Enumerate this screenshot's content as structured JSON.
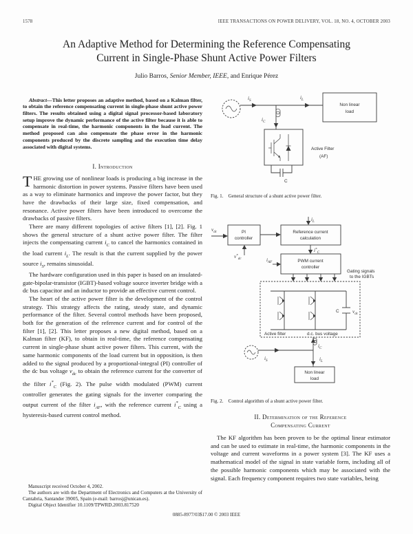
{
  "header": {
    "page_number": "1578",
    "journal": "IEEE TRANSACTIONS ON POWER DELIVERY, VOL. 18, NO. 4, OCTOBER 2003"
  },
  "title": {
    "line1": "An Adaptive Method for Determining the Reference Compensating",
    "line2": "Current in Single-Phase Shunt Active Power Filters"
  },
  "authors": {
    "name1": "Julio Barros, ",
    "membership": "Senior Member, IEEE,",
    "rest": " and Enrique Pérez"
  },
  "abstract": {
    "label": "Abstract—",
    "text": "This letter proposes an adaptive method, based on a Kalman filter, to obtain the reference compensating current in single-phase shunt active power filters. The results obtained using a digital signal processor-based laboratory setup improve the dynamic performance of the active filter because it is able to compensate in real-time, the harmonic components in the load current. The method proposed can also compensate the phase error in the harmonic components produced by the discrete sampling and the execution time delay associated with digital systems."
  },
  "intro": {
    "heading": "I. Introduction",
    "p1": {
      "dropcap": "T",
      "lead": "HE",
      "text": " growing use of nonlinear loads is producing a big increase in the harmonic distortion in power systems. Passive filters have been used as a way to eliminate harmonics and improve the power factor, but they have the drawbacks of their large size, fixed compensation, and resonance. Active power filters have been introduced to overcome the drawbacks of passive filters."
    },
    "p2": {
      "s1": "There are many different topologies of active filters [1], [2]. Fig. 1 shows the general structure of a shunt active power filter. The filter injects the compensating current ",
      "m1b": "i",
      "m1s": "C",
      "s2": " to cancel the harmonics contained in the load current ",
      "m2b": "i",
      "m2s": "L",
      "s3": ". The result is that the current supplied by the power source ",
      "m3b": "i",
      "m3s": "S",
      "s4": ", remains sinusoidal."
    },
    "p3": "The hardware configuration used in this paper is based on an insulated-gate-bipolar-transistor (IGBT)-based voltage source inverter bridge with a dc bus capacitor and an inductor to provide an effective current control.",
    "p4": {
      "s1": "The heart of the active power filter is the development of the control strategy. This strategy affects the rating, steady state, and dynamic performance of the filter. Several control methods have been proposed, both for the generation of the reference current and for control of the filter [1], [2]. This letter proposes a new digital method, based on a Kalman filter (KF), to obtain in real-time, the reference compensating current in single-phase shunt active power filters. This current, with the same harmonic components of the load current but in opposition, is then added to the signal produced by a proportional-integral (PI) controller of the dc bus voltage ",
      "m1b": "v",
      "m1s": "dc",
      "s2": " to obtain the reference current for the converter of the filter ",
      "m2b": "i",
      "m2p": "*",
      "m2s": "C",
      "s3": " (Fig. 2). The pulse width modulated (PWM) current controller generates the gating signals for the inverter comparing the output current of the filter ",
      "m3b": "i",
      "m3s": "AF",
      "s4": ", with the reference current ",
      "m4b": "i",
      "m4p": "*",
      "m4s": "C",
      "s5": " using a hysteresis-based current control method."
    }
  },
  "section2": {
    "heading1": "II. Determination of the Reference",
    "heading2": "Compensating Current",
    "p1": "The KF algorithm has been proven to be the optimal linear estimator and can be used to estimate in real-time, the harmonic components in the voltage and current waveforms in a power system [3]. The KF uses a mathematical model of the signal in state variable form, including all of the possible harmonic components which may be associated with the signal. Each frequency component requires two state variables, being"
  },
  "fig1": {
    "caption_label": "Fig. 1.",
    "caption_text": "General structure of a shunt active power filter.",
    "labels": {
      "is_b": "i",
      "is_s": "S",
      "il_b": "i",
      "il_s": "L",
      "ic_b": "i",
      "ic_s": "C",
      "load1": "Non linear",
      "load2": "load",
      "af1": "Active Filter",
      "af2": "(AF)",
      "cap": "C"
    }
  },
  "fig2": {
    "caption_label": "Fig. 2.",
    "caption_text": "Control algorithm of a shunt active power filter.",
    "labels": {
      "vdc_b": "v",
      "vdc_s": "dc",
      "vref_b": "v",
      "vref_p": "*",
      "vref_s": "dc",
      "il_b": "i",
      "il_s": "L",
      "icr_b": "i",
      "icr_p": "*",
      "icr_s": "C",
      "iaf_b": "i",
      "iaf_s": "AF",
      "pi1": "PI",
      "pi2": "controller",
      "ref1": "Reference current",
      "ref2": "calculation",
      "pwm1": "PWM current",
      "pwm2": "controller",
      "gate1": "Gating signals",
      "gate2": "to the IGBTs",
      "cap": "C",
      "vdc2_b": "v",
      "vdc2_s": "dc",
      "af": "Active filter",
      "dcbus": "d.c. bus voltage",
      "is_b": "i",
      "is_s": "S",
      "ic_b": "i",
      "ic_s": "C",
      "il2_b": "i",
      "il2_s": "L",
      "load1": "Non linear",
      "load2": "load"
    }
  },
  "footnote": {
    "l1": "Manuscript received October 4, 2002.",
    "l2": "The authors are with the Department of Electronics and Computers at the University of Cantabria, Santander 39005, Spain (e-mail: barrosj@unican.es).",
    "l3": "Digital Object Identifier 10.1109/TPWRD.2003.817520"
  },
  "footer": "0885-8977/03$17.00 © 2003 IEEE"
}
